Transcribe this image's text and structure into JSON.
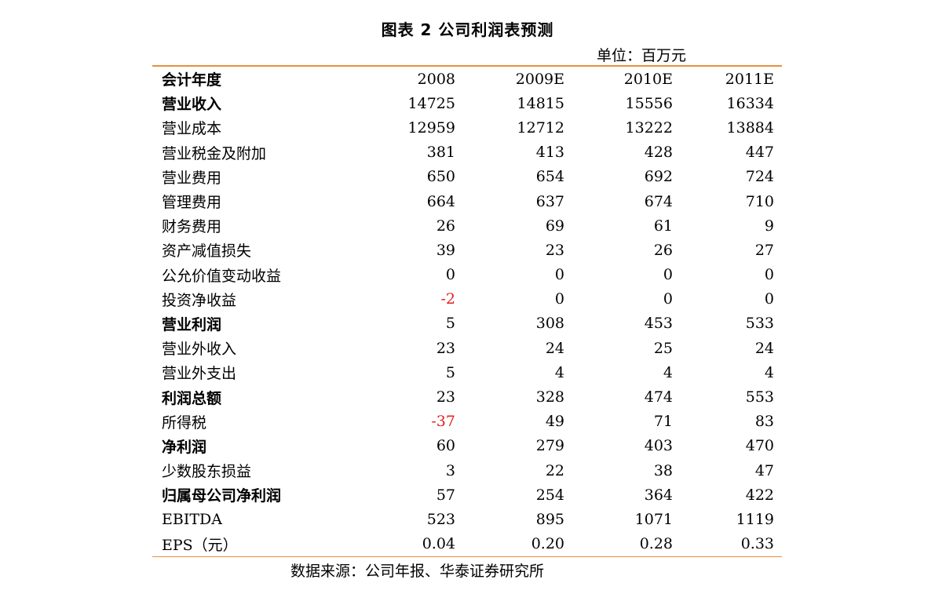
{
  "title": "图表 2   公司利润表预测",
  "unit": "单位：百万元",
  "header": [
    "会计年度",
    "2008",
    "2009E",
    "2010E",
    "2011E"
  ],
  "rows": [
    {
      "label": "营业收入",
      "bold": true,
      "values": [
        "14725",
        "14815",
        "15556",
        "16334"
      ]
    },
    {
      "label": "营业成本",
      "bold": false,
      "values": [
        "12959",
        "12712",
        "13222",
        "13884"
      ]
    },
    {
      "label": "营业税金及附加",
      "bold": false,
      "values": [
        "381",
        "413",
        "428",
        "447"
      ]
    },
    {
      "label": "营业费用",
      "bold": false,
      "values": [
        "650",
        "654",
        "692",
        "724"
      ]
    },
    {
      "label": "管理费用",
      "bold": false,
      "values": [
        "664",
        "637",
        "674",
        "710"
      ]
    },
    {
      "label": "财务费用",
      "bold": false,
      "values": [
        "26",
        "69",
        "61",
        "9"
      ]
    },
    {
      "label": "资产减值损失",
      "bold": false,
      "values": [
        "39",
        "23",
        "26",
        "27"
      ]
    },
    {
      "label": "公允价值变动收益",
      "bold": false,
      "values": [
        "0",
        "0",
        "0",
        "0"
      ]
    },
    {
      "label": "投资净收益",
      "bold": false,
      "values": [
        "-2",
        "0",
        "0",
        "0"
      ]
    },
    {
      "label": "营业利润",
      "bold": true,
      "values": [
        "5",
        "308",
        "453",
        "533"
      ]
    },
    {
      "label": "营业外收入",
      "bold": false,
      "values": [
        "23",
        "24",
        "25",
        "24"
      ]
    },
    {
      "label": "营业外支出",
      "bold": false,
      "values": [
        "5",
        "4",
        "4",
        "4"
      ]
    },
    {
      "label": "利润总额",
      "bold": true,
      "values": [
        "23",
        "328",
        "474",
        "553"
      ]
    },
    {
      "label": "所得税",
      "bold": false,
      "values": [
        "-37",
        "49",
        "71",
        "83"
      ]
    },
    {
      "label": "净利润",
      "bold": true,
      "values": [
        "60",
        "279",
        "403",
        "470"
      ]
    },
    {
      "label": "少数股东损益",
      "bold": false,
      "values": [
        "3",
        "22",
        "38",
        "47"
      ]
    },
    {
      "label": "归属母公司净利润",
      "bold": true,
      "values": [
        "57",
        "254",
        "364",
        "422"
      ]
    },
    {
      "label": "EBITDA",
      "bold": false,
      "values": [
        "523",
        "895",
        "1071",
        "1119"
      ]
    },
    {
      "label": "EPS（元）",
      "bold": false,
      "values": [
        "0.04",
        "0.20",
        "0.28",
        "0.33"
      ]
    }
  ],
  "colors": {
    "rule": "#e8903a",
    "negative": "#e02020"
  },
  "source": "数据来源：公司年报、华泰证券研究所"
}
